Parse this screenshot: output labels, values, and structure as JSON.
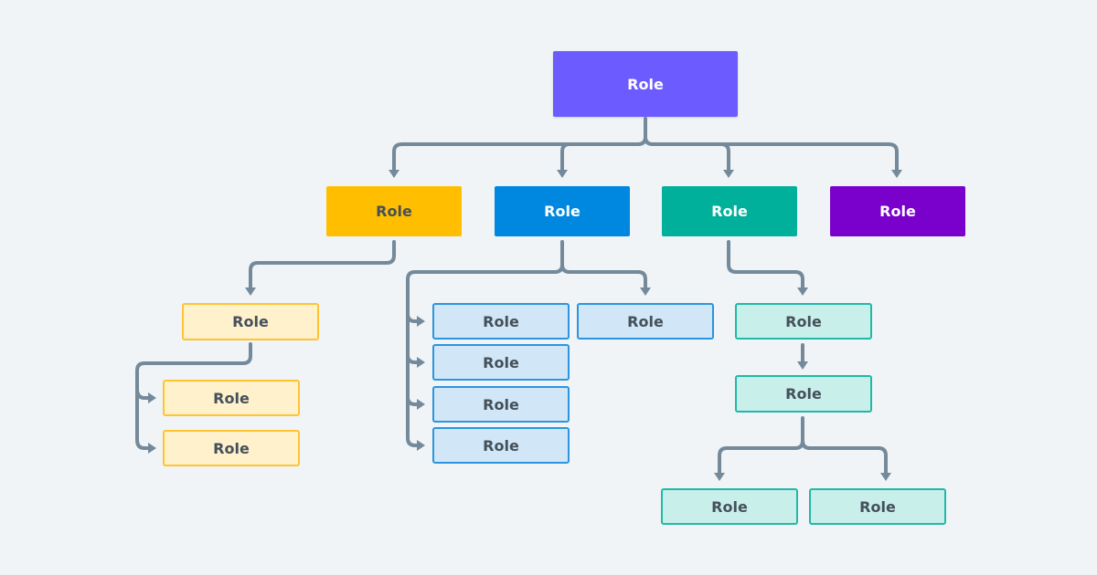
{
  "nodes": {
    "root": "Role",
    "l1_yellow": "Role",
    "l1_blue": "Role",
    "l1_teal": "Role",
    "l1_violet": "Role",
    "y_child": "Role",
    "y_sub_1": "Role",
    "y_sub_2": "Role",
    "b_child_1": "Role",
    "b_child_2": "Role",
    "b_child_3": "Role",
    "b_child_4": "Role",
    "b_child_right": "Role",
    "t_child_1": "Role",
    "t_child_2": "Role",
    "t_leaf_1": "Role",
    "t_leaf_2": "Role"
  },
  "colors": {
    "background": "#f0f4f7",
    "connector": "#748a9b",
    "root": "#6c5cff",
    "yellow": "#ffbf00",
    "blue": "#0088e0",
    "teal": "#00b09b",
    "violet": "#7a00cc"
  }
}
